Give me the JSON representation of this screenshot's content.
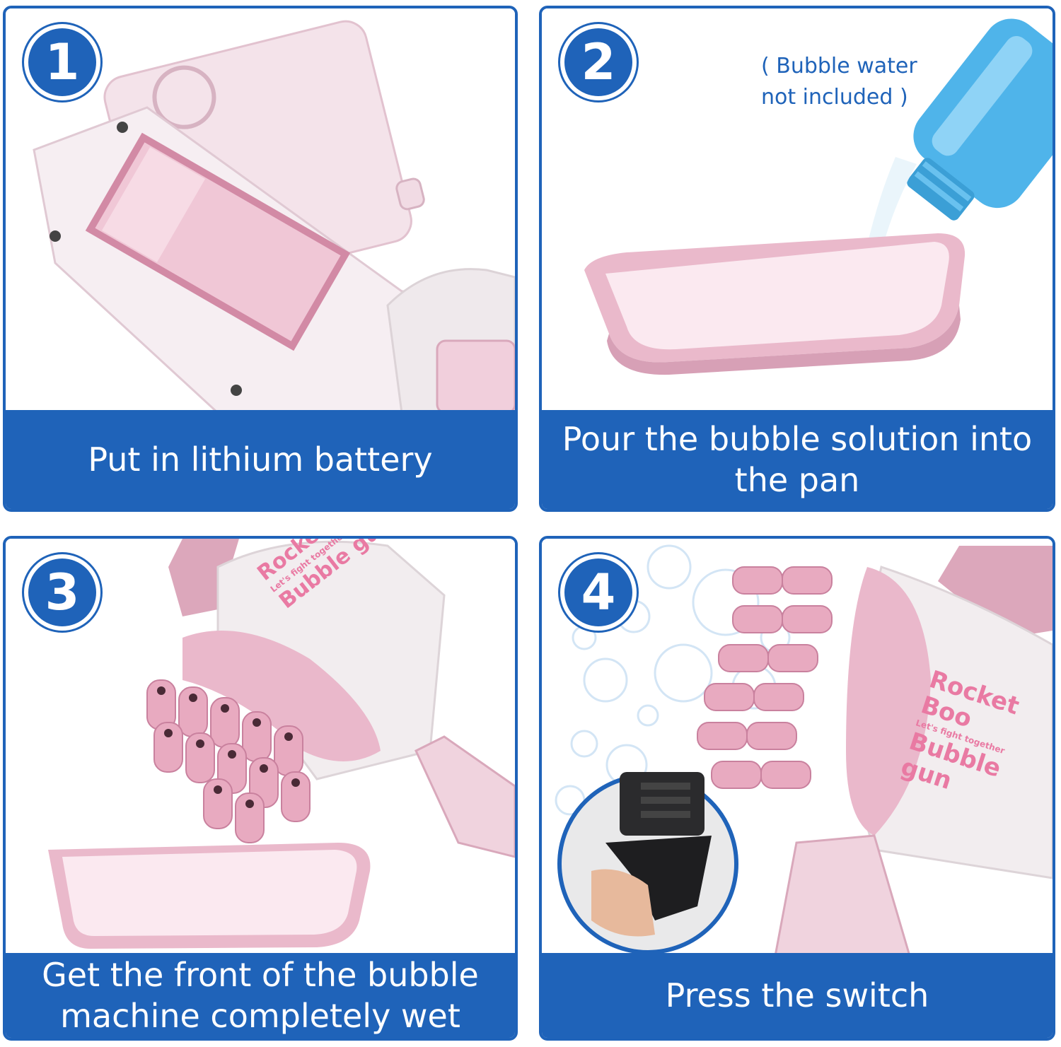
{
  "steps": [
    {
      "number": "1",
      "caption": "Put in lithium battery"
    },
    {
      "number": "2",
      "caption": "Pour the bubble solution into the pan",
      "note_line1": "( Bubble water",
      "note_line2": "not included )"
    },
    {
      "number": "3",
      "caption": "Get the front of the bubble machine completely wet"
    },
    {
      "number": "4",
      "caption": "Press the switch"
    }
  ],
  "product_label": {
    "line1": "Rocket Boo",
    "line2": "Let's fight together",
    "line3": "Bubble gun"
  },
  "colors": {
    "accent": "#1f63b9",
    "pink": "#f2c8d8",
    "pink_dark": "#d88aa6",
    "body_white": "#f4f0f2"
  }
}
